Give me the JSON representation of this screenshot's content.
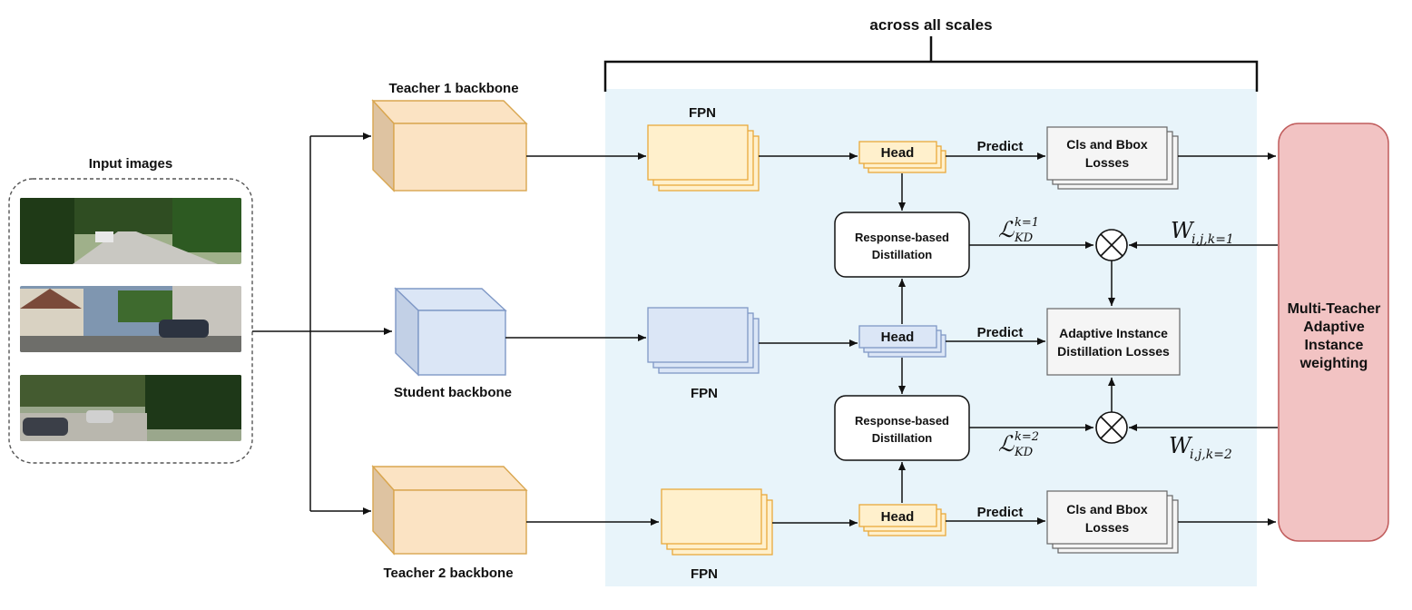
{
  "colors": {
    "scales_bg": "#e8f4fa",
    "teacher_fill": "#fbe3c3",
    "teacher_dark": "#dec3a1",
    "teacher_stroke": "#d9a64f",
    "fpn_teacher_fill": "#fff0cc",
    "fpn_teacher_stroke": "#e9a93b",
    "student_fill": "#dbe6f6",
    "student_dark": "#c2d0e6",
    "student_stroke": "#7f98c6",
    "loss_fill": "#f5f5f5",
    "loss_stroke": "#666666",
    "weighting_fill": "#f2c3c3",
    "weighting_stroke": "#c05c5c",
    "line": "#111111"
  },
  "labels": {
    "across_all_scales": "across all scales",
    "input_images": "Input images",
    "teacher1_backbone": "Teacher 1 backbone",
    "student_backbone": "Student backbone",
    "teacher2_backbone": "Teacher 2 backbone",
    "fpn_top": "FPN",
    "fpn_mid": "FPN",
    "fpn_bottom": "FPN",
    "head_top": "Head",
    "head_mid": "Head",
    "head_bottom": "Head",
    "predict_top": "Predict",
    "predict_mid": "Predict",
    "predict_bottom": "Predict",
    "losses_top": [
      "Cls and Bbox",
      "Losses"
    ],
    "losses_mid": [
      "Adaptive Instance",
      "Distillation Losses"
    ],
    "losses_bottom": [
      "Cls and Bbox",
      "Losses"
    ],
    "distill_top": [
      "Response-based",
      "Distillation"
    ],
    "distill_bottom": [
      "Response-based",
      "Distillation"
    ],
    "weighting": [
      "Multi-Teacher",
      "Adaptive",
      "Instance",
      "weighting"
    ]
  },
  "math": {
    "kd_top_base": "ℒ",
    "kd_top_sub": "KD",
    "kd_top_sup": "k=1",
    "kd_bottom_base": "ℒ",
    "kd_bottom_sub": "KD",
    "kd_bottom_sup": "k=2",
    "w_top_base": "W",
    "w_top_sub": "i,j,k=1",
    "w_bottom_base": "W",
    "w_bottom_sub": "i,j,k=2"
  },
  "icons": {
    "multiply_top": "circle-times-icon",
    "multiply_bottom": "circle-times-icon"
  }
}
